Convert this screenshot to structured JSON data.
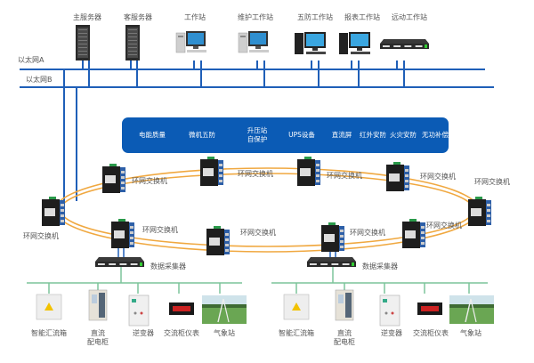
{
  "diagram": {
    "title": "",
    "top_devices": [
      {
        "label": "主服务器",
        "icon": "server-tower-icon"
      },
      {
        "label": "客服务器",
        "icon": "server-tower-icon"
      },
      {
        "label": "工作站",
        "icon": "workstation-icon"
      },
      {
        "label": "维护工作站",
        "icon": "workstation-icon"
      },
      {
        "label": "五防工作站",
        "icon": "workstation-icon"
      },
      {
        "label": "报表工作站",
        "icon": "workstation-icon"
      },
      {
        "label": "远动工作站",
        "icon": "rack-device-icon"
      }
    ],
    "networks": {
      "a": "以太网A",
      "b": "以太网B"
    },
    "subsystems": [
      "电能质量",
      "微机五防",
      "升压站\n自保护",
      "UPS设备",
      "直流屏",
      "红外安防",
      "火灾安防",
      "无功补偿"
    ],
    "ring": {
      "switch_label": "环网交换机",
      "switch_count": 10
    },
    "collectors": [
      {
        "label": "数据采集器",
        "devices": [
          {
            "label": "智能汇流箱",
            "icon": "combiner-box-icon"
          },
          {
            "label": "直流\n配电柜",
            "icon": "dc-cabinet-icon"
          },
          {
            "label": "逆变器",
            "icon": "inverter-icon"
          },
          {
            "label": "交流柜仪表",
            "icon": "meter-icon"
          },
          {
            "label": "气象站",
            "icon": "weather-station-icon"
          }
        ]
      },
      {
        "label": "数据采集器",
        "devices": [
          {
            "label": "智能汇流箱",
            "icon": "combiner-box-icon"
          },
          {
            "label": "直流\n配电柜",
            "icon": "dc-cabinet-icon"
          },
          {
            "label": "逆变器",
            "icon": "inverter-icon"
          },
          {
            "label": "交流柜仪表",
            "icon": "meter-icon"
          },
          {
            "label": "气象站",
            "icon": "weather-station-icon"
          }
        ]
      }
    ],
    "colors": {
      "ethernet": "#1f5fb8",
      "panel": "#0b5bb5",
      "fiber": "#f0a840",
      "field_bus": "#7cc49a",
      "label": "#555555"
    }
  }
}
